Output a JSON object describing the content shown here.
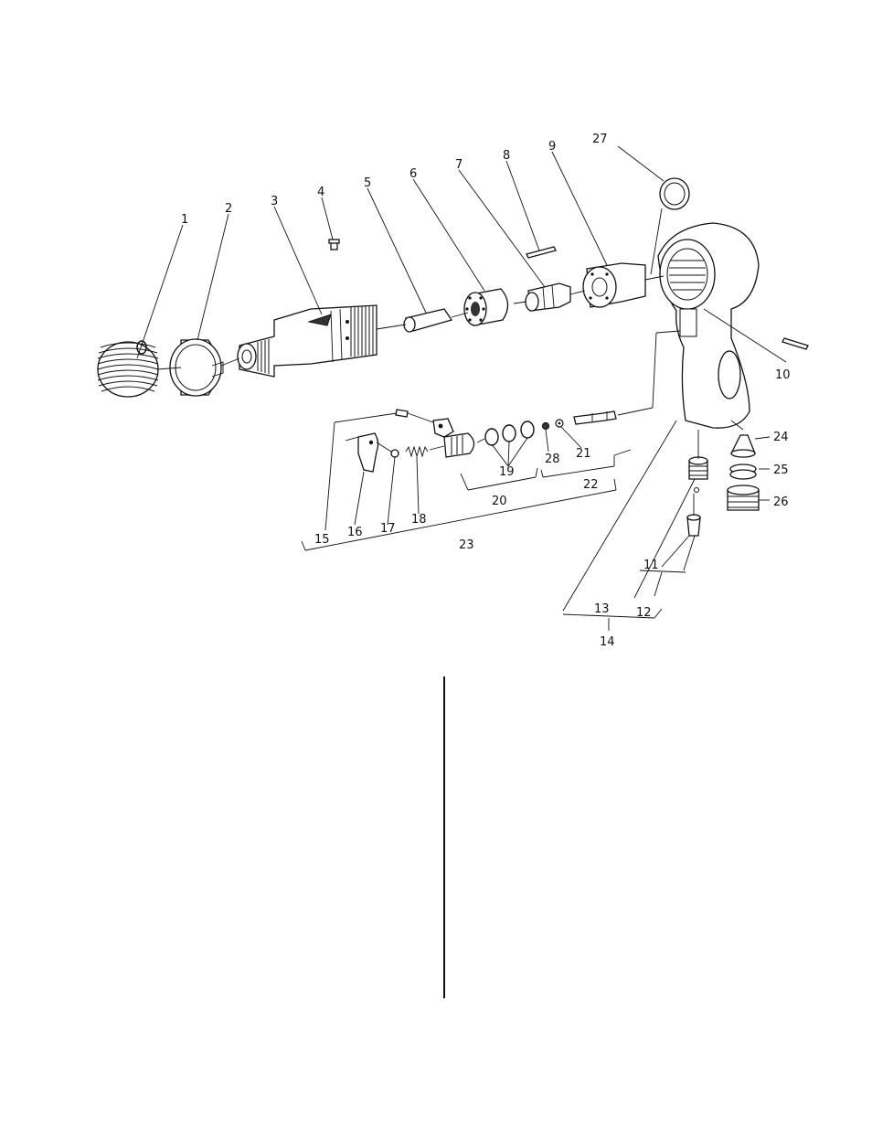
{
  "diagram": {
    "labels": {
      "p1": "1",
      "p2": "2",
      "p3": "3",
      "p4": "4",
      "p5": "5",
      "p6": "6",
      "p7": "7",
      "p8": "8",
      "p9": "9",
      "p10": "10",
      "p11": "11",
      "p12": "12",
      "p13": "13",
      "p14": "14",
      "p15": "15",
      "p16": "16",
      "p17": "17",
      "p18": "18",
      "p19": "19",
      "p20": "20",
      "p21": "21",
      "p22": "22",
      "p23": "23",
      "p24": "24",
      "p25": "25",
      "p26": "26",
      "p27": "27",
      "p28": "28"
    }
  }
}
